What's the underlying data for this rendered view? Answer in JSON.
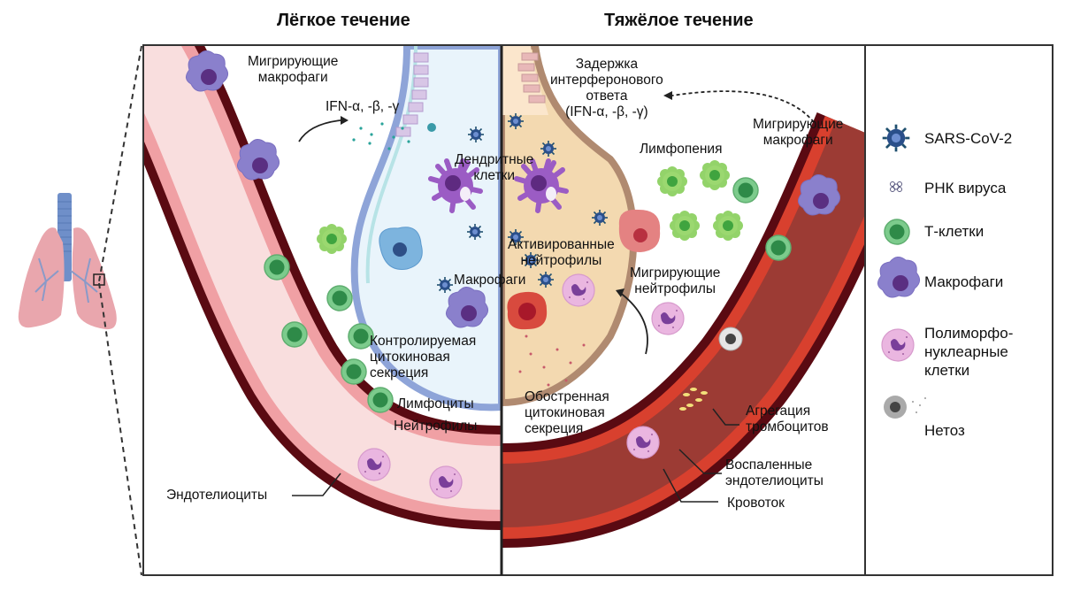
{
  "titles": {
    "mild": "Лёгкое течение",
    "severe": "Тяжёлое течение"
  },
  "mild_labels": {
    "migrating_macrophages": [
      "Мигрирующие",
      "макрофаги"
    ],
    "ifn": "IFN-α, -β, -γ",
    "dendritic_cells": [
      "Дендритные",
      "клетки"
    ],
    "macrophages": "Макрофаги",
    "controlled_secretion": [
      "Контролируемая",
      "цитокиновая",
      "секреция"
    ],
    "lymphocytes": "Лимфоциты",
    "neutrophils": "Нейтрофилы",
    "endotheliocytes": "Эндотелиоциты"
  },
  "severe_labels": {
    "delayed_ifn": [
      "Задержка",
      "интерферонового",
      "ответа",
      "(IFN-α, -β, -γ)"
    ],
    "migrating_macrophages": [
      "Мигрирующие",
      "макрофаги"
    ],
    "lymphopenia": "Лимфопения",
    "activated_neutrophils": [
      "Активированные",
      "нейтрофилы"
    ],
    "migrating_neutrophils": [
      "Мигрирующие",
      "нейтрофилы"
    ],
    "exacerbated_secretion": [
      "Обостренная",
      "цитокиновая",
      "секреция"
    ],
    "platelet_aggregation": [
      "Агрегация",
      "тромбоцитов"
    ],
    "inflamed_endotheliocytes": [
      "Воспаленные",
      "эндотелиоциты"
    ],
    "blood_flow": "Кровоток"
  },
  "legend": {
    "items": [
      {
        "icon": "sars-cov-2-virus-icon",
        "label": [
          "SARS-CoV-2"
        ]
      },
      {
        "icon": "viral-rna-icon",
        "label": [
          "РНК вируса"
        ]
      },
      {
        "icon": "t-cell-icon",
        "label": [
          "Т-клетки"
        ]
      },
      {
        "icon": "macrophage-icon",
        "label": [
          "Макрофаги"
        ]
      },
      {
        "icon": "polymorphonuclear-cell-icon",
        "label": [
          "Полиморфо-",
          "нуклеарные",
          "клетки"
        ]
      },
      {
        "icon": "netosis-icon",
        "label": [
          "Нетоз"
        ]
      }
    ]
  },
  "colors": {
    "vessel_wall_dark": "#5a0a12",
    "vessel_mild_fill": "#f9dede",
    "vessel_mild_endo": "#f0a0a4",
    "vessel_severe_fill": "#9c3b34",
    "vessel_severe_endo": "#d8402e",
    "alveolus_mild_fill": "#e9f4fb",
    "alveolus_mild_border": "#8ea4d8",
    "alveolus_severe_fill": "#f3d9b0",
    "alveolus_severe_border": "#b08a70",
    "macrophage": "#8a7cc8",
    "dendritic": "#8e4fb5",
    "t_cell": "#66bb7a",
    "neutrophil": "#e8a8d8",
    "virus": "#2a4f8a",
    "lung": "#e6a6ad",
    "trachea": "#6f8fc9"
  }
}
